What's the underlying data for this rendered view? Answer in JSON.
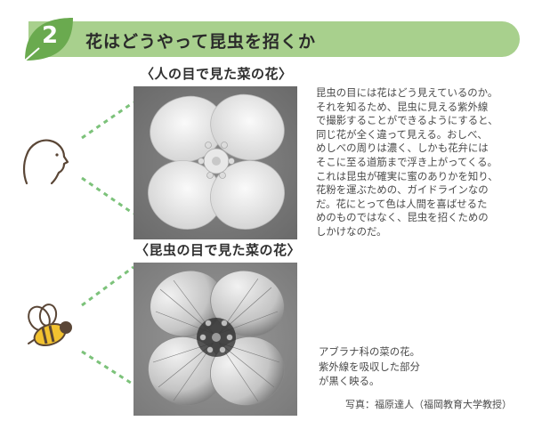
{
  "header": {
    "number": "2",
    "title": "花はどうやって昆虫を招くか"
  },
  "captions": {
    "human": "〈人の目で見た菜の花〉",
    "insect": "〈昆虫の目で見た菜の花〉"
  },
  "description": {
    "lines": [
      "昆虫の目には花はどう見えているのか。",
      "それを知るため、昆虫に見える紫外線",
      "で撮影することができるようにすると、",
      "同じ花が全く違って見える。おしべ、",
      "めしべの周りは濃く、しかも花弁には",
      "そこに至る道筋まで浮き上がってくる。",
      "これは昆虫が確実に蜜のありかを知り、",
      "花粉を運ぶための、ガイドラインなの",
      "だ。花にとって色は人間を喜ばせるた",
      "めのものではなく、昆虫を招くための",
      "しかけなのだ。"
    ]
  },
  "note": {
    "lines": [
      "アブラナ科の菜の花。",
      "紫外線を吸収した部分",
      "が黒く映る。"
    ]
  },
  "credit": "写真：福原達人（福岡教育大学教授）",
  "colors": {
    "banner": "#a8d08d",
    "badge": "#6aaa4f",
    "dash": "#7cc27a",
    "icon_line": "#5a4636",
    "bee_yellow": "#f2c230"
  },
  "icons": {
    "badge": "leaf-badge-icon",
    "human": "human-face-icon",
    "insect": "bee-icon"
  }
}
